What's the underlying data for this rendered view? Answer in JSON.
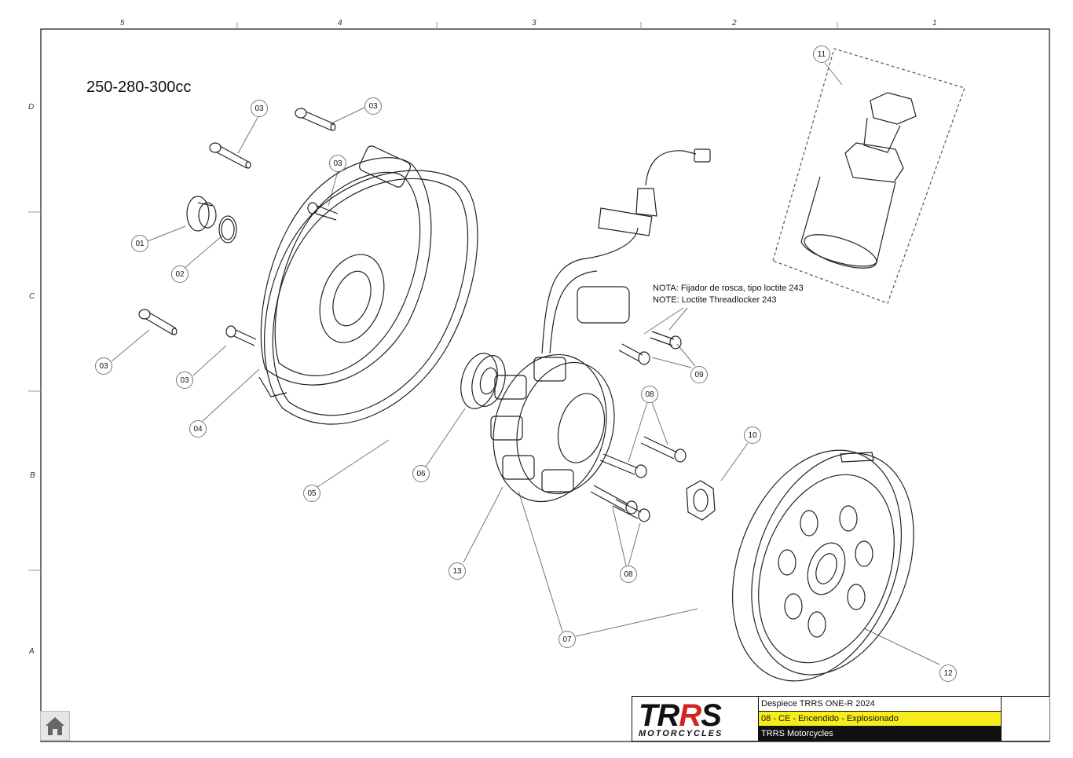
{
  "variant_label": "250-280-300cc",
  "zones_top": [
    "5",
    "4",
    "3",
    "2",
    "1"
  ],
  "zones_side": [
    "D",
    "C",
    "B",
    "A"
  ],
  "note": {
    "line1": "NOTA:  Fijador de rosca, tipo loctite 243",
    "line2": "NOTE: Loctite Threadlocker 243"
  },
  "callouts": {
    "c01": "01",
    "c02": "02",
    "c03a": "03",
    "c03b": "03",
    "c03c": "03",
    "c03d": "03",
    "c03e": "03",
    "c04": "04",
    "c05": "05",
    "c06": "06",
    "c07": "07",
    "c08a": "08",
    "c08b": "08",
    "c09": "09",
    "c10": "10",
    "c11": "11",
    "c12": "12",
    "c13": "13"
  },
  "title_block": {
    "brand": "TRRS",
    "brand_sub": "MOTORCYCLES",
    "line1": "Despiece TRRS ONE-R 2024",
    "line2": "08 - CE - Encendido - Explosionado",
    "line3": "TRRS Motorcycles"
  },
  "colors": {
    "accent_yellow": "#f7ec1b",
    "brand_red": "#d0261d",
    "ink": "#111111"
  },
  "icons": {
    "home": "home-icon",
    "emblem": "trrs-shield-icon"
  }
}
